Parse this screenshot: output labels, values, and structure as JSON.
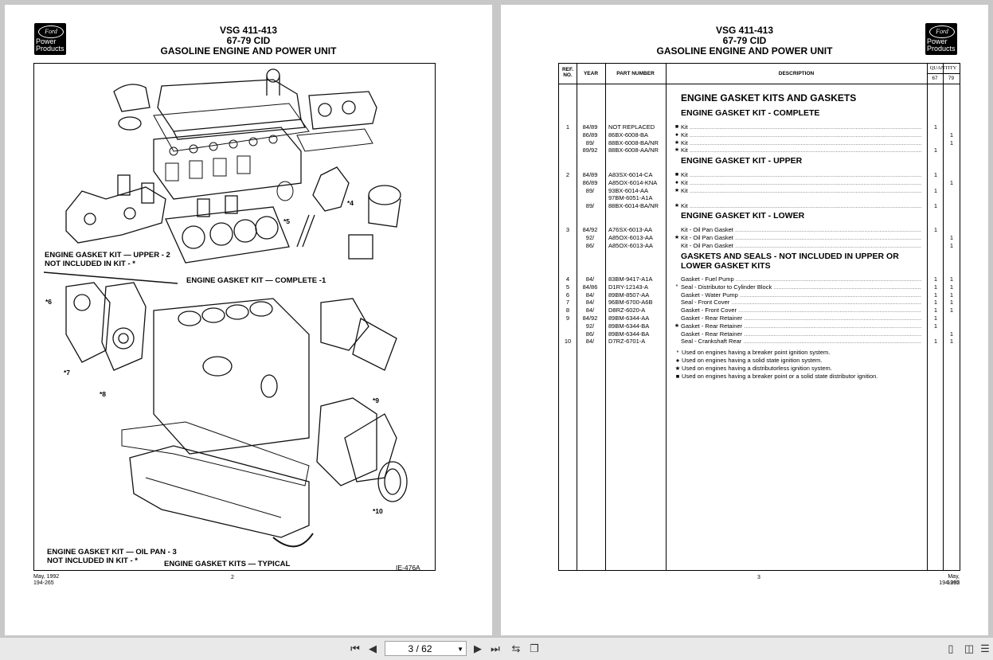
{
  "header": {
    "line1": "VSG 411-413",
    "line2": "67-79 CID",
    "line3": "GASOLINE ENGINE AND POWER UNIT"
  },
  "logo": {
    "brand": "Ford",
    "line1": "Power",
    "line2": "Products"
  },
  "left_page": {
    "labels": {
      "upper": "ENGINE GASKET KIT — UPPER - 2",
      "upper_note": "NOT INCLUDED IN KIT - *",
      "complete": "ENGINE GASKET KIT — COMPLETE -1",
      "oilpan": "ENGINE GASKET KIT — OIL PAN - 3",
      "oilpan_note": "NOT INCLUDED IN KIT - *",
      "typical": "ENGINE GASKET KITS — TYPICAL",
      "fig_id": "IE-476A"
    },
    "callouts": [
      "*4",
      "*5",
      "*6",
      "*7",
      "*8",
      "*9",
      "*10"
    ],
    "footer": {
      "date": "May, 1992",
      "code": "194-265",
      "page": "2"
    }
  },
  "right_page": {
    "table_headers": {
      "ref": "REF. NO.",
      "year": "YEAR",
      "part": "PART NUMBER",
      "desc": "DESCRIPTION",
      "qty": "QUANTITY",
      "q67": "67",
      "q79": "79"
    },
    "main_title": "ENGINE GASKET KITS AND GASKETS",
    "sections": [
      {
        "title": "ENGINE GASKET KIT - COMPLETE",
        "rows": [
          {
            "ref": "1",
            "year": "84/89",
            "part": "NOT REPLACED",
            "sym": "■",
            "desc": "Kit",
            "q67": "1",
            "q79": ""
          },
          {
            "ref": "",
            "year": "86/89",
            "part": "86BX-6008-BA",
            "sym": "●",
            "desc": "Kit",
            "q67": "",
            "q79": "1"
          },
          {
            "ref": "",
            "year": "89/",
            "part": "88BX-6008-BA/NR",
            "sym": "★",
            "desc": "Kit",
            "q67": "",
            "q79": "1"
          },
          {
            "ref": "",
            "year": "89/92",
            "part": "88BX-6008-AA/NR",
            "sym": "★",
            "desc": "Kit",
            "q67": "1",
            "q79": ""
          }
        ]
      },
      {
        "title": "ENGINE GASKET KIT - UPPER",
        "rows": [
          {
            "ref": "2",
            "year": "84/89",
            "part": "A83SX-6014-CA",
            "sym": "■",
            "desc": "Kit",
            "q67": "1",
            "q79": ""
          },
          {
            "ref": "",
            "year": "86/89",
            "part": "A85OX-6014-KNA",
            "sym": "●",
            "desc": "Kit",
            "q67": "",
            "q79": "1"
          },
          {
            "ref": "",
            "year": "89/",
            "part": "93BX-6014-AA",
            "sym": "★",
            "desc": "Kit",
            "q67": "1",
            "q79": ""
          },
          {
            "ref": "",
            "year": "",
            "part": "97BM-6051-A1A",
            "sym": "",
            "desc": "",
            "q67": "",
            "q79": ""
          },
          {
            "ref": "",
            "year": "89/",
            "part": "88BX-6014-BA/NR",
            "sym": "★",
            "desc": "Kit",
            "q67": "1",
            "q79": ""
          }
        ]
      },
      {
        "title": "ENGINE GASKET KIT - LOWER",
        "rows": [
          {
            "ref": "3",
            "year": "84/92",
            "part": "A76SX-6013-AA",
            "sym": "",
            "desc": "Kit - Oil Pan Gasket",
            "q67": "1",
            "q79": ""
          },
          {
            "ref": "",
            "year": "92/",
            "part": "A85OX-6013-AA",
            "sym": "★",
            "desc": "Kit - Oil Pan Gasket",
            "q67": "",
            "q79": "1"
          },
          {
            "ref": "",
            "year": "86/",
            "part": "A85OX-6013-AA",
            "sym": "",
            "desc": "Kit - Oil Pan Gasket",
            "q67": "",
            "q79": "1"
          }
        ]
      },
      {
        "title": "GASKETS AND SEALS - NOT INCLUDED IN UPPER OR",
        "title2": "LOWER GASKET KITS",
        "rows": [
          {
            "ref": "4",
            "year": "84/",
            "part": "83BM-9417-A1A",
            "sym": "",
            "desc": "Gasket - Fuel Pump",
            "q67": "1",
            "q79": "1"
          },
          {
            "ref": "5",
            "year": "84/86",
            "part": "D1RY-12143-A",
            "sym": "*",
            "desc": "Seal - Distributor to Cylinder Block",
            "q67": "1",
            "q79": "1"
          },
          {
            "ref": "6",
            "year": "84/",
            "part": "89BM-8507-AA",
            "sym": "",
            "desc": "Gasket - Water Pump",
            "q67": "1",
            "q79": "1"
          },
          {
            "ref": "7",
            "year": "84/",
            "part": "96BM-6700-A6B",
            "sym": "",
            "desc": "Seal - Front Cover",
            "q67": "1",
            "q79": "1"
          },
          {
            "ref": "8",
            "year": "84/",
            "part": "D8RZ-6020-A",
            "sym": "",
            "desc": "Gasket - Front Cover",
            "q67": "1",
            "q79": "1"
          },
          {
            "ref": "9",
            "year": "84/92",
            "part": "89BM-6344-AA",
            "sym": "",
            "desc": "Gasket - Rear Retainer",
            "q67": "1",
            "q79": ""
          },
          {
            "ref": "",
            "year": "92/",
            "part": "89BM-6344-BA",
            "sym": "★",
            "desc": "Gasket - Rear Retainer",
            "q67": "1",
            "q79": ""
          },
          {
            "ref": "",
            "year": "86/",
            "part": "89BM-6344-BA",
            "sym": "",
            "desc": "Gasket - Rear Retainer",
            "q67": "",
            "q79": "1"
          },
          {
            "ref": "10",
            "year": "84/",
            "part": "D7RZ-6701-A",
            "sym": "",
            "desc": "Seal - Crankshaft Rear",
            "q67": "1",
            "q79": "1"
          }
        ]
      }
    ],
    "notes": [
      {
        "sym": "*",
        "text": "Used on engines having a breaker point ignition system."
      },
      {
        "sym": "●",
        "text": "Used on engines having a solid state ignition system."
      },
      {
        "sym": "★",
        "text": "Used on engines having a distributorless ignition system."
      },
      {
        "sym": "■",
        "text": "Used on engines having a breaker point or a solid state distributor ignition."
      }
    ],
    "footer": {
      "date": "May, 1992",
      "code": "194-265",
      "page": "3"
    }
  },
  "toolbar": {
    "page_indicator": "3 / 62",
    "icons": [
      "first-page-icon",
      "prev-page-icon",
      "next-page-icon",
      "last-page-icon",
      "rotate-icon",
      "compare-icon",
      "single-page-icon",
      "two-page-icon",
      "scroll-icon"
    ]
  }
}
